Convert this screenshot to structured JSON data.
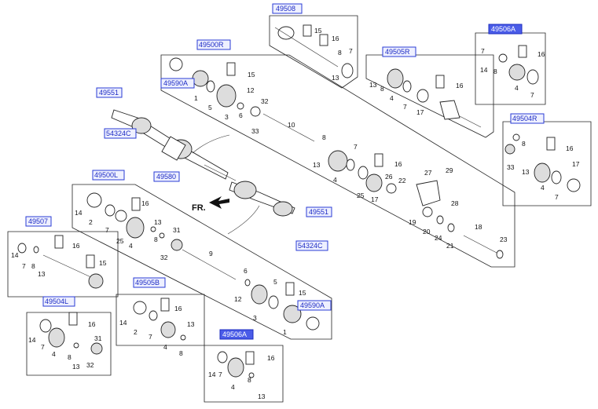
{
  "group_labels": {
    "g49508": "49508",
    "g49506A_top": "49506A",
    "g49500R": "49500R",
    "g49505R": "49505R",
    "g49590A_top": "49590A",
    "g49551_top": "49551",
    "g54324C_top": "54324C",
    "g49504R": "49504R",
    "g49580": "49580",
    "g49500L": "49500L",
    "g49551_mid": "49551",
    "g54324C_mid": "54324C",
    "g49507": "49507",
    "g49505B": "49505B",
    "g49590A_bot": "49590A",
    "g49504L": "49504L",
    "g49506A_bot": "49506A"
  },
  "direction_label": "FR.",
  "highlight_color": "#4a5ce8",
  "label_color": "#1d2bc4",
  "part_numbers": {
    "p_49508_15": "15",
    "p_49508_16": "16",
    "p_49508_8": "8",
    "p_49508_7": "7",
    "p_49508_13": "13",
    "p_49506At_7a": "7",
    "p_49506At_16": "16",
    "p_49506At_14": "14",
    "p_49506At_8": "8",
    "p_49506At_4": "4",
    "p_49506At_7b": "7",
    "p_R_15": "15",
    "p_R_1": "1",
    "p_R_5": "5",
    "p_R_3": "3",
    "p_R_12": "12",
    "p_R_6": "6",
    "p_R_32": "32",
    "p_R_33": "33",
    "p_R_10": "10",
    "p_R_8": "8",
    "p_R_13": "13",
    "p_R_7": "7",
    "p_R_4": "4",
    "p_R_16": "16",
    "p_R_25": "25",
    "p_R_17": "17",
    "p_R_26": "26",
    "p_R_22": "22",
    "p_R_27": "27",
    "p_R_29": "29",
    "p_R_28": "28",
    "p_R_19": "19",
    "p_R_20": "20",
    "p_R_24": "24",
    "p_R_21": "21",
    "p_R_18": "18",
    "p_R_23": "23",
    "p_505R_13": "13",
    "p_505R_8": "8",
    "p_505R_4": "4",
    "p_505R_7": "7",
    "p_505R_17": "17",
    "p_505R_16": "16",
    "p_504R_8": "8",
    "p_504R_16": "16",
    "p_504R_33": "33",
    "p_504R_13": "13",
    "p_504R_17": "17",
    "p_504R_4": "4",
    "p_504R_7": "7",
    "p_L_14": "14",
    "p_L_16": "16",
    "p_L_2": "2",
    "p_L_7": "7",
    "p_L_25": "25",
    "p_L_4": "4",
    "p_L_13": "13",
    "p_L_8": "8",
    "p_L_31": "31",
    "p_L_32": "32",
    "p_L_9": "9",
    "p_L_6": "6",
    "p_L_12": "12",
    "p_L_5": "5",
    "p_L_15": "15",
    "p_L_3": "3",
    "p_L_1": "1",
    "p_507_16": "16",
    "p_507_14": "14",
    "p_507_7": "7",
    "p_507_8": "8",
    "p_507_13": "13",
    "p_507_15": "15",
    "p_505B_16": "16",
    "p_505B_14": "14",
    "p_505B_2": "2",
    "p_505B_7": "7",
    "p_505B_4": "4",
    "p_505B_13": "13",
    "p_505B_8": "8",
    "p_504L_16": "16",
    "p_504L_14": "14",
    "p_504L_7": "7",
    "p_504L_4": "4",
    "p_504L_8": "8",
    "p_504L_31": "31",
    "p_504L_13": "13",
    "p_504L_32": "32",
    "p_506Ab_16": "16",
    "p_506Ab_14": "14",
    "p_506Ab_7": "7",
    "p_506Ab_4": "4",
    "p_506Ab_8": "8",
    "p_506Ab_13": "13"
  }
}
